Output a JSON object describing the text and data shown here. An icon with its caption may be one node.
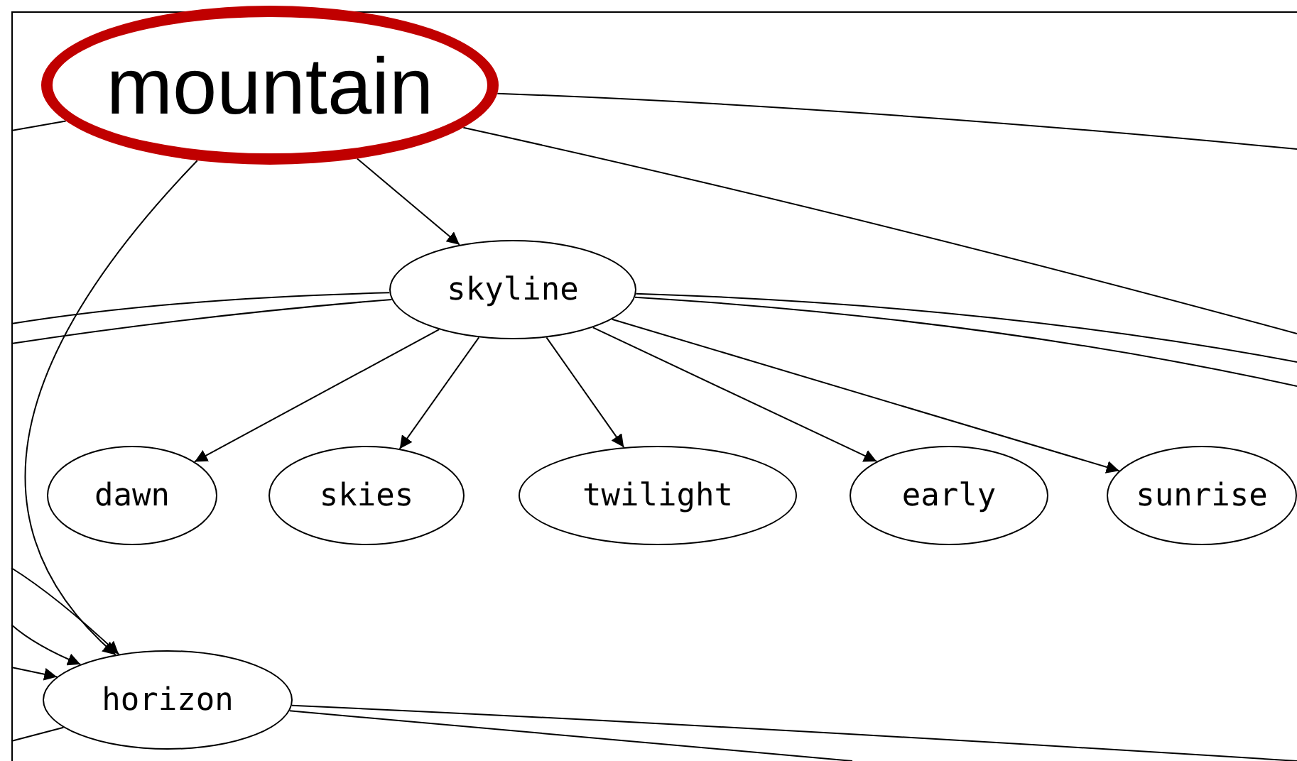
{
  "diagram": {
    "nodes": [
      {
        "text": [
          "mountain"
        ]
      },
      {
        "text": [
          "skyline"
        ]
      },
      {
        "text": [
          "dawn"
        ]
      },
      {
        "text": [
          "skies"
        ]
      },
      {
        "text": [
          "twilight"
        ]
      },
      {
        "text": [
          "early"
        ]
      },
      {
        "text": [
          "sunrise"
        ]
      },
      {
        "text": [
          "horizon"
        ]
      }
    ],
    "edges": [
      {
        "from": 0,
        "to": 1,
        "arrow": "to"
      },
      {
        "from": 1,
        "to": 2,
        "arrow": "to"
      },
      {
        "from": 1,
        "to": 3,
        "arrow": "to"
      },
      {
        "from": 1,
        "to": 4,
        "arrow": "to"
      },
      {
        "from": 1,
        "to": 5,
        "arrow": "to"
      },
      {
        "from": 1,
        "to": 6,
        "arrow": "to"
      },
      {
        "from": 0,
        "to": 7,
        "arrow": "to"
      },
      {
        "from": null,
        "to": 7,
        "arrow": "to"
      },
      {
        "from": null,
        "to": 7,
        "arrow": "to"
      },
      {
        "from": null,
        "to": 7,
        "arrow": "to"
      },
      {
        "from": 0,
        "to": null,
        "arrow": "none"
      },
      {
        "from": 0,
        "to": null,
        "arrow": "none"
      },
      {
        "from": 0,
        "to": null,
        "arrow": "none"
      },
      {
        "from": 1,
        "to": null,
        "arrow": "none"
      },
      {
        "from": 1,
        "to": null,
        "arrow": "none"
      },
      {
        "from": 1,
        "to": null,
        "arrow": "none"
      },
      {
        "from": 1,
        "to": null,
        "arrow": "none"
      },
      {
        "from": 7,
        "to": null,
        "arrow": "none"
      },
      {
        "from": 7,
        "to": null,
        "arrow": "none"
      },
      {
        "from": 7,
        "to": null,
        "arrow": "none"
      }
    ]
  }
}
